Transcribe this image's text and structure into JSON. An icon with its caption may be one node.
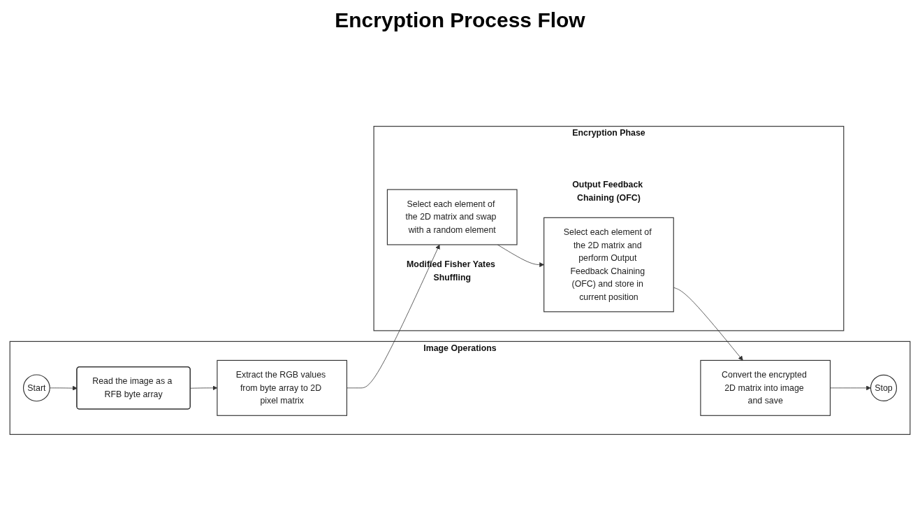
{
  "diagram": {
    "title": "Encryption Process Flow",
    "nodes": [
      {
        "text": [
          "Image Operations"
        ]
      },
      {
        "text": [
          "Encryption Phase"
        ]
      },
      {
        "text": [
          "Start"
        ],
        "in": 0
      },
      {
        "text": [
          "Read the image as a RFB byte array"
        ],
        "in": 0
      },
      {
        "text": [
          "Extract the RGB values from byte array to 2D pixel matrix"
        ],
        "in": 0
      },
      {
        "text": [
          "Convert the encrypted 2D matrix into image and save"
        ],
        "in": 0
      },
      {
        "text": [
          "Stop"
        ],
        "in": 0
      },
      {
        "text": [
          "Select each element of the 2D matrix and swap with a random element"
        ],
        "in": 1,
        "beside": [
          "Modified Fisher Yates Shuffling"
        ]
      },
      {
        "text": [
          "Select each element of the 2D matrix and perform Output Feedback Chaining (OFC) and store in current position"
        ],
        "in": 1,
        "beside": [
          "Output Feedback Chaining (OFC)"
        ]
      }
    ],
    "edges": [
      {
        "from": 2,
        "to": 3,
        "arrow": "to"
      },
      {
        "from": 3,
        "to": 4,
        "arrow": "to"
      },
      {
        "from": 4,
        "to": 7,
        "arrow": "to"
      },
      {
        "from": 7,
        "to": 8,
        "arrow": "to"
      },
      {
        "from": 8,
        "to": 5,
        "arrow": "to"
      },
      {
        "from": 5,
        "to": 6,
        "arrow": "to"
      }
    ]
  }
}
